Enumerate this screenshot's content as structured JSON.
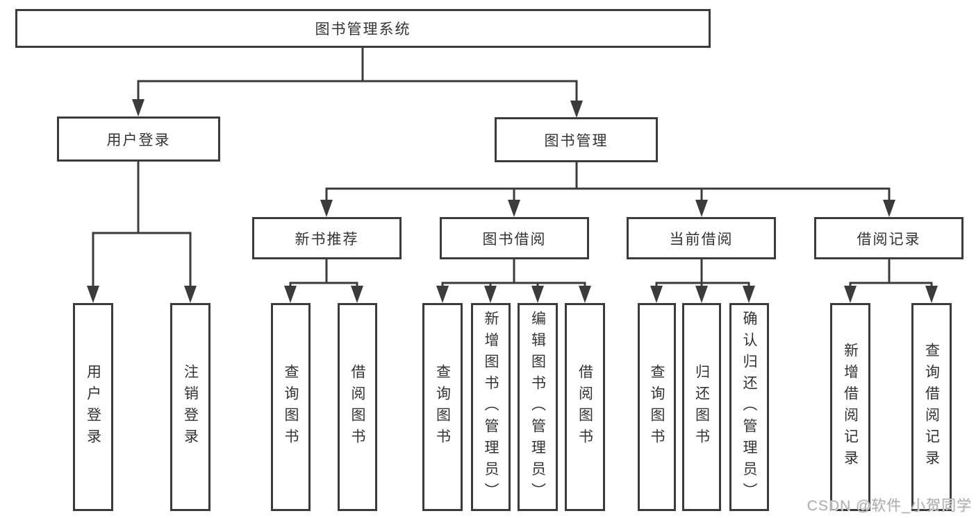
{
  "tree": {
    "label": "图书管理系统",
    "children": [
      {
        "label": "用户登录",
        "children": [
          {
            "label": "用户登录"
          },
          {
            "label": "注销登录"
          }
        ]
      },
      {
        "label": "图书管理",
        "children": [
          {
            "label": "新书推荐",
            "children": [
              {
                "label": "查询图书"
              },
              {
                "label": "借阅图书"
              }
            ]
          },
          {
            "label": "图书借阅",
            "children": [
              {
                "label": "查询图书"
              },
              {
                "label": "新增图书（管理员）"
              },
              {
                "label": "编辑图书（管理员）"
              },
              {
                "label": "借阅图书"
              }
            ]
          },
          {
            "label": "当前借阅",
            "children": [
              {
                "label": "查询图书"
              },
              {
                "label": "归还图书"
              },
              {
                "label": "确认归还（管理员）"
              }
            ]
          },
          {
            "label": "借阅记录",
            "children": [
              {
                "label": "新增借阅记录"
              },
              {
                "label": "查询借阅记录"
              }
            ]
          }
        ]
      }
    ]
  },
  "watermark": {
    "text": "CSDN @软件_小贺同学"
  },
  "colors": {
    "line": "#3b3b3b",
    "border": "#3b3b3b",
    "text": "#333333",
    "background": "#ffffff",
    "watermark": "#b0b0b0"
  }
}
